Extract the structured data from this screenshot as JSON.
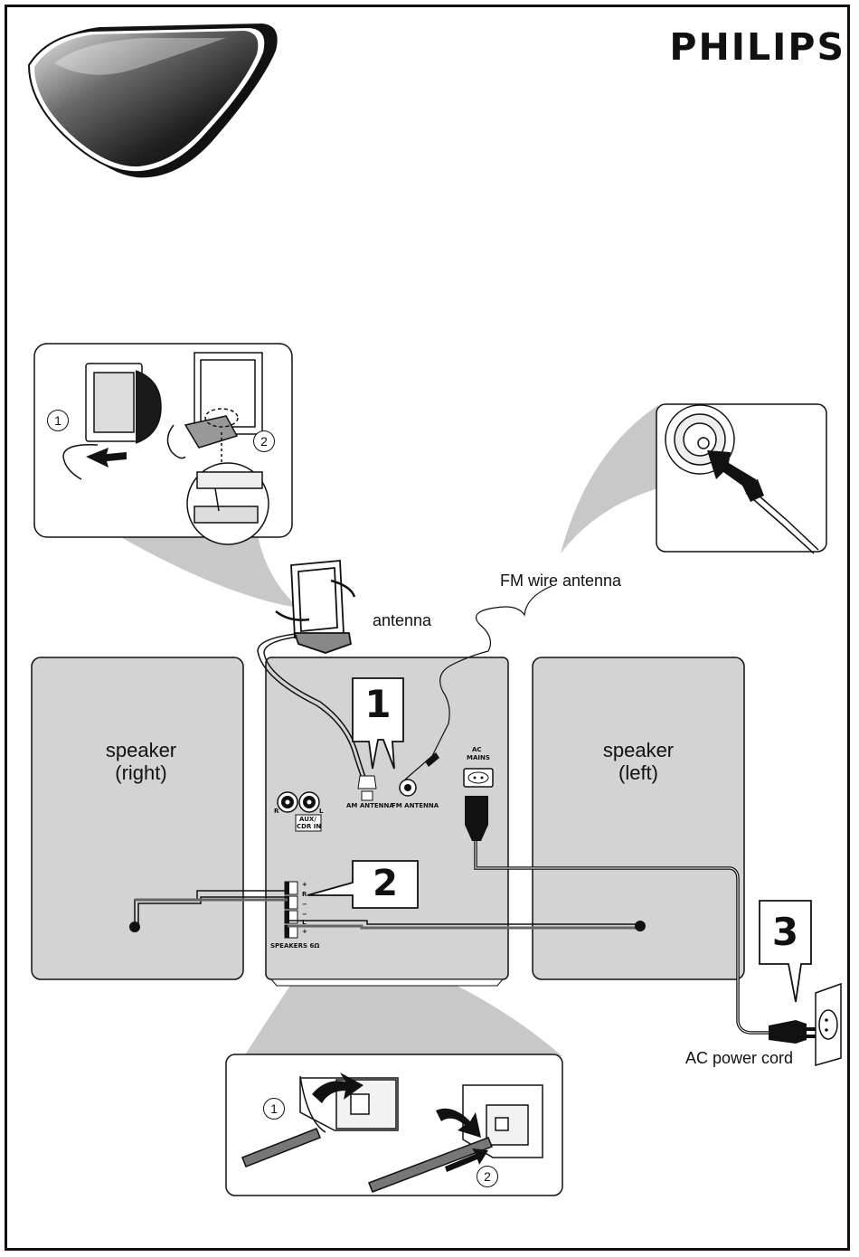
{
  "brand": {
    "logo_text": "PHILIPS"
  },
  "labels": {
    "speaker_right": [
      "speaker",
      "(right)"
    ],
    "speaker_left": [
      "speaker",
      "(left)"
    ],
    "am_antenna": "antenna",
    "fm_antenna": "FM wire antenna",
    "ac_power_cord": "AC power cord"
  },
  "back_panel": {
    "am_jack": "AM ANTENNA",
    "fm_jack": "FM ANTENNA",
    "ac_mains": [
      "AC",
      "MAINS"
    ],
    "aux_in": [
      "AUX/",
      "CDR IN"
    ],
    "aux_r": "R",
    "aux_l": "L",
    "speakers": "SPEAKERS 6Ω",
    "terminal_marks": [
      "+",
      "R",
      "−",
      "−",
      "L",
      "+"
    ]
  },
  "steps": [
    "1",
    "2",
    "3"
  ],
  "detail_markers": [
    "1",
    "2"
  ],
  "colors": {
    "speaker_fill": "#d3d3d3",
    "cone_fill": "#b9b9b9",
    "line": "#111111"
  }
}
